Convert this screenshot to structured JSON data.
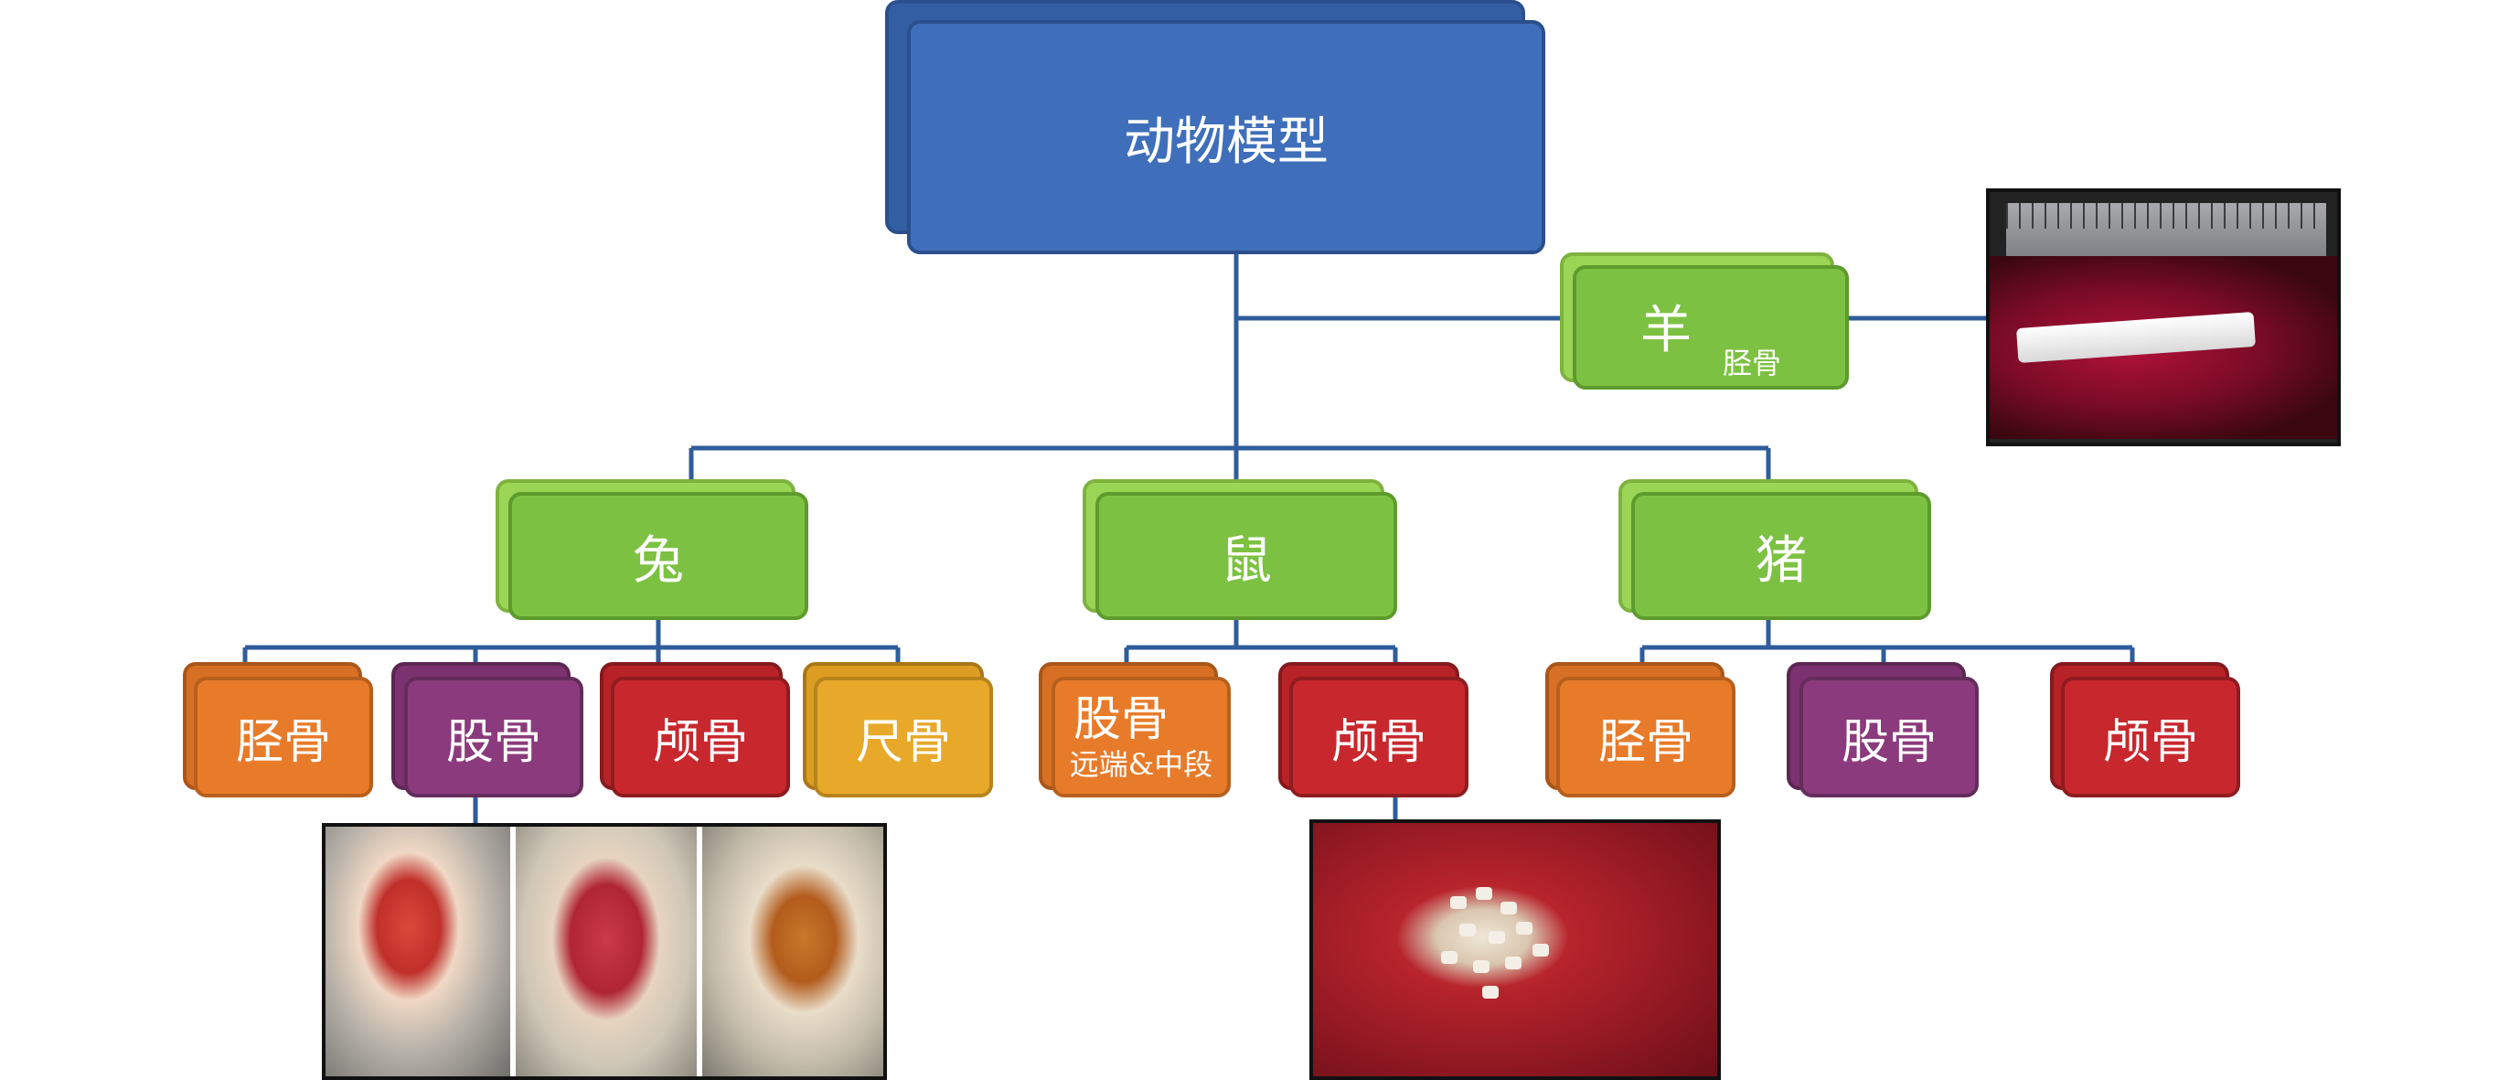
{
  "root": {
    "label": "动物模型"
  },
  "sheep": {
    "label": "羊",
    "sub": "胫骨"
  },
  "rabbit": {
    "label": "兔",
    "bones": [
      "胫骨",
      "股骨",
      "颅骨",
      "尺骨"
    ]
  },
  "rat": {
    "label": "鼠",
    "bones": [
      "股骨",
      "颅骨"
    ],
    "femur_sub": "远端&中段"
  },
  "pig": {
    "label": "猪",
    "bones": [
      "胫骨",
      "股骨",
      "颅骨"
    ]
  },
  "colors": {
    "root": "#3f6fba",
    "species": "#7dc143",
    "tibia": "#e87b2a",
    "femur": "#8b3b7d",
    "skull": "#c8282d",
    "ulna": "#e8a92a",
    "connector": "#2f5d9c"
  }
}
